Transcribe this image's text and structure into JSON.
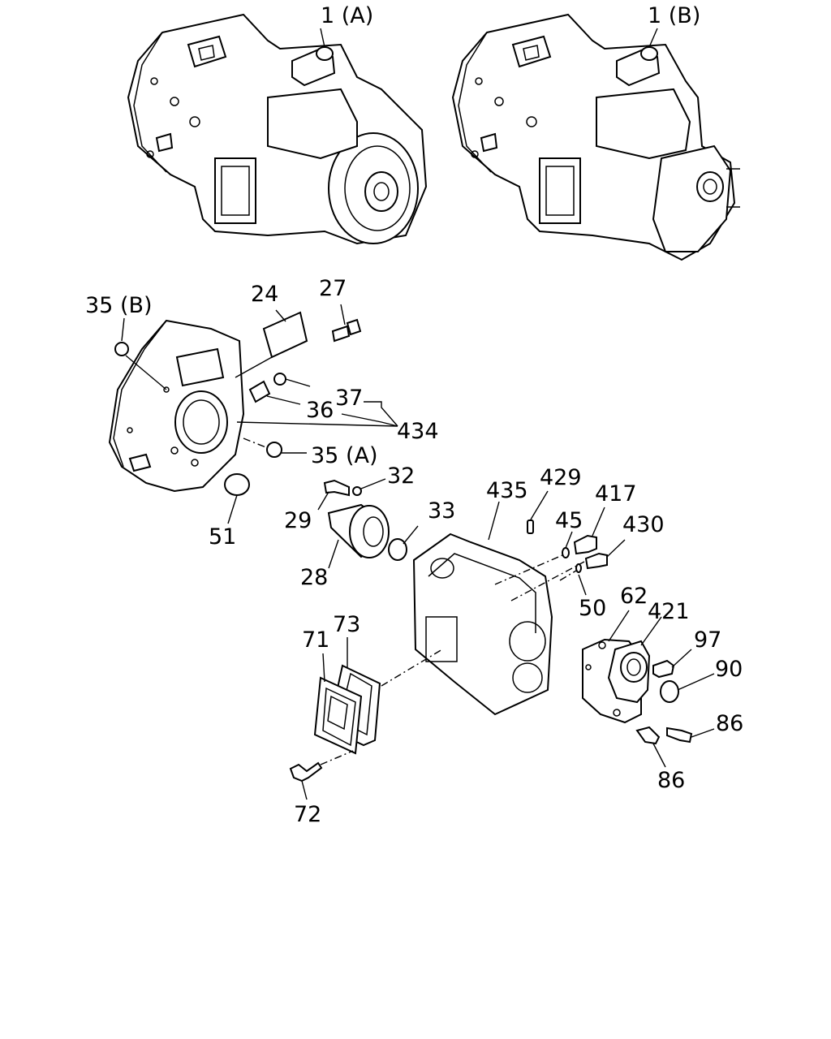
{
  "callouts": {
    "c1a": "1 (A)",
    "c1b": "1 (B)",
    "c24": "24",
    "c27": "27",
    "c35b": "35 (B)",
    "c37": "37",
    "c36": "36",
    "c434": "434",
    "c35a": "35 (A)",
    "c51": "51",
    "c32": "32",
    "c29": "29",
    "c33": "33",
    "c28": "28",
    "c435": "435",
    "c429": "429",
    "c417": "417",
    "c45": "45",
    "c430": "430",
    "c50": "50",
    "c62": "62",
    "c421": "421",
    "c97": "97",
    "c90": "90",
    "c71": "71",
    "c73": "73",
    "c86a": "86",
    "c86b": "86",
    "c72": "72"
  }
}
